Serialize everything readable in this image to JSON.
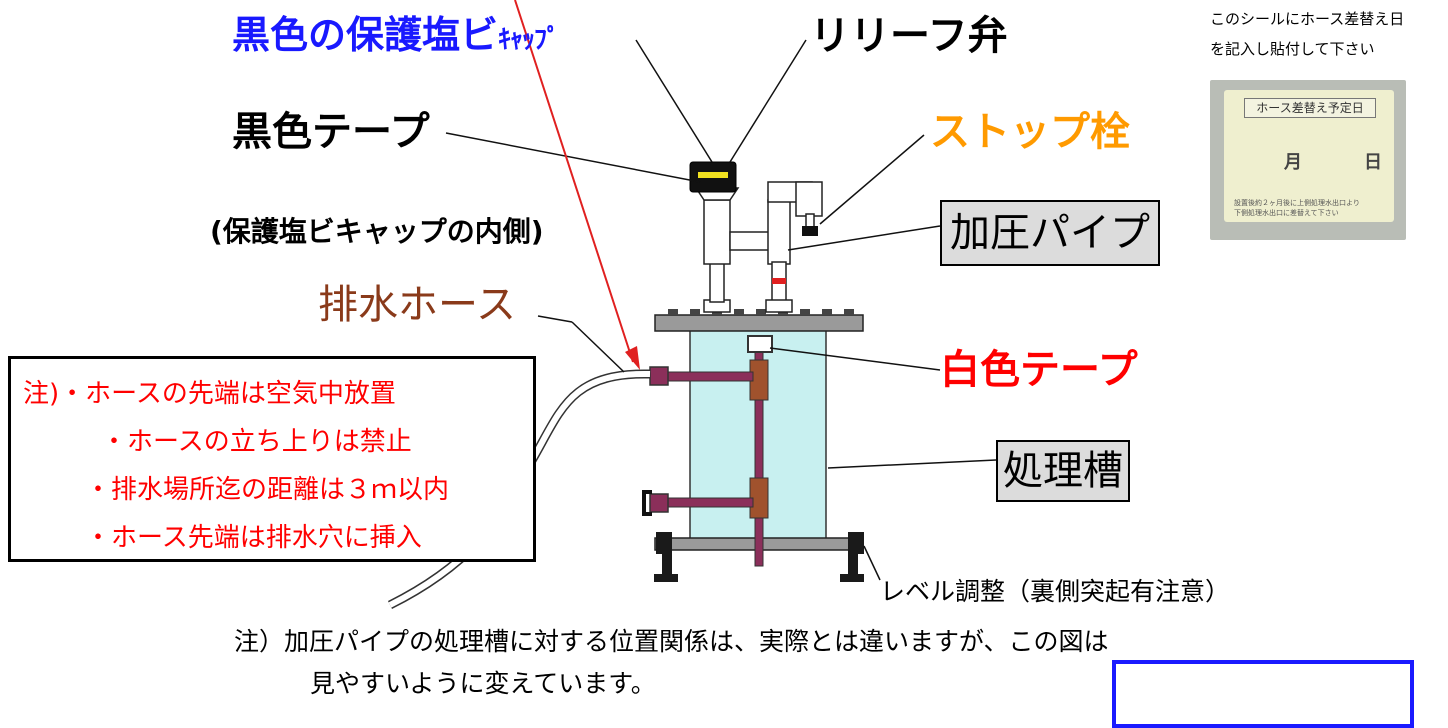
{
  "labels": {
    "protect_cap_main": "黒色の保護塩ビ",
    "protect_cap_small": "ｷｬｯﾌﾟ",
    "relief_valve": "リリーフ弁",
    "black_tape": "黒色テープ",
    "stopcock": "ストップ栓",
    "cap_inside": "(保護塩ビキャップの内側)",
    "pressure_pipe": "加圧パイプ",
    "drain_hose": "排水ホース",
    "white_tape": "白色テープ",
    "treatment_tank": "処理槽",
    "level_adjust": "レベル調整（裏側突起有注意）"
  },
  "caution": {
    "lines": [
      "注)・ホースの先端は空気中放置",
      "・ホースの立ち上りは禁止",
      "・排水場所迄の距離は３ｍ以内",
      "・ホース先端は排水穴に挿入"
    ]
  },
  "footer_note": {
    "line1": "注）加圧パイプの処理槽に対する位置関係は、実際とは違いますが、この図は",
    "line2": "見やすいように変えています。"
  },
  "seal": {
    "caption_line1": "このシールにホース差替え日",
    "caption_line2": "を記入し貼付して下さい",
    "header": "ホース差替え予定日",
    "month": "月",
    "day": "日",
    "note_line1": "設置後約２ヶ月後に上側処理水出口より",
    "note_line2": "下側処理水出口に差替えて下さい"
  },
  "colors": {
    "blue": "#1919ff",
    "orange": "#ff9a00",
    "red": "#ff0000",
    "brown": "#8a3a1a",
    "tank": "#c8f0f0",
    "pipe": "#8b2f5a"
  }
}
